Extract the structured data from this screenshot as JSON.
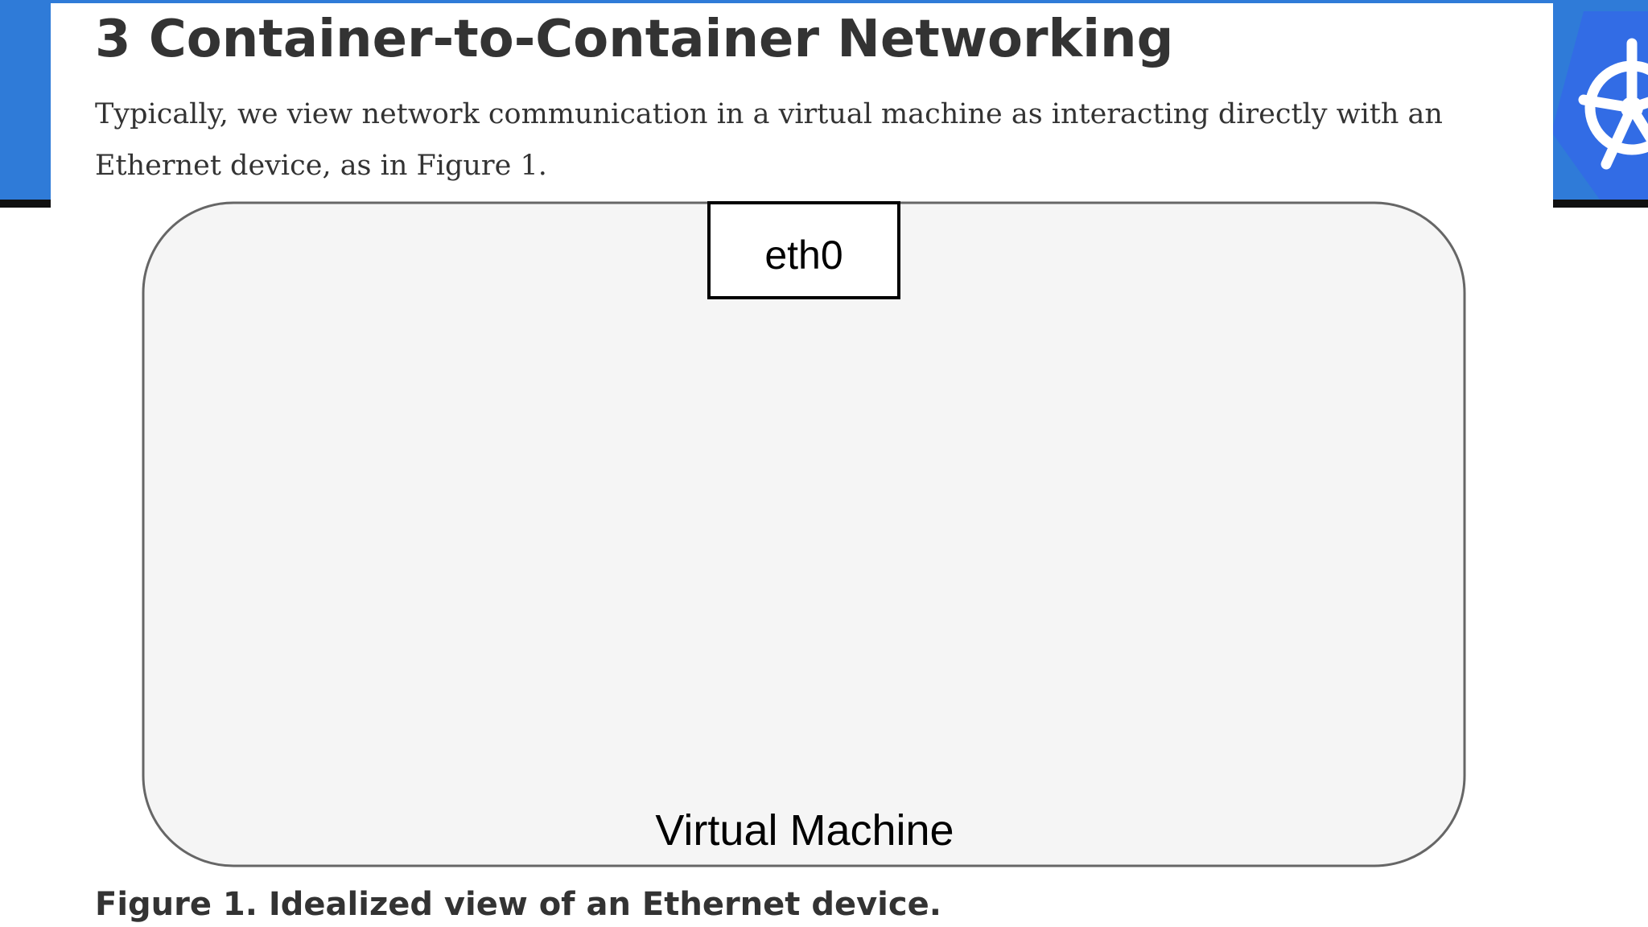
{
  "article": {
    "title": "3 Container-to-Container Networking",
    "intro": "Typically, we view network communication in a virtual machine as interacting directly with an Ethernet device, as in Figure 1."
  },
  "figure": {
    "interface_label": "eth0",
    "vm_label": "Virtual Machine",
    "caption": "Figure 1. Idealized view of an Ethernet device."
  },
  "branding": {
    "logo_icon": "kubernetes-helm-icon",
    "header_color": "#2f7bd8"
  },
  "colors": {
    "vm_fill": "#f5f5f5",
    "vm_stroke": "#666666",
    "interface_fill": "#ffffff",
    "interface_stroke": "#000000",
    "text": "#333333"
  }
}
